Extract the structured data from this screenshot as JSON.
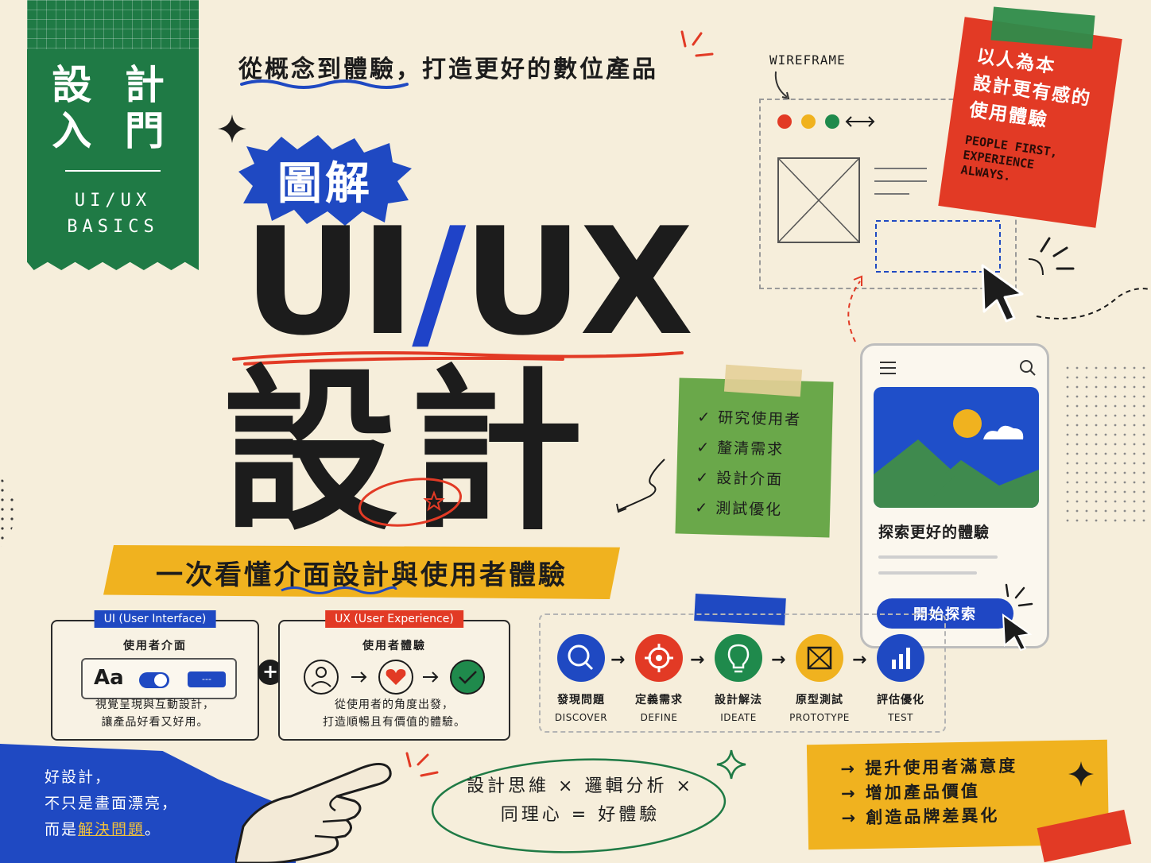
{
  "ribbon": {
    "title_line1": "設 計",
    "title_line2": "入 門",
    "sub_line1": "UI/UX",
    "sub_line2": "BASICS"
  },
  "header": {
    "tagline": "從概念到體驗，打造更好的數位產品"
  },
  "hero": {
    "badge": "圖解",
    "title_ui": "UI",
    "title_slash": "/",
    "title_ux": "UX",
    "title_zh": "設計",
    "banner": "一次看懂介面設計與使用者體驗"
  },
  "wireframe": {
    "label": "WIREFRAME"
  },
  "red_note": {
    "zh_lines": [
      "以人為本",
      "設計更有感的",
      "使用體驗"
    ],
    "en_lines": [
      "PEOPLE FIRST,",
      "EXPERIENCE",
      "ALWAYS."
    ]
  },
  "checklist": {
    "items": [
      "研究使用者",
      "釐清需求",
      "設計介面",
      "測試優化"
    ],
    "tick": "✓"
  },
  "phone": {
    "caption": "探索更好的體驗",
    "cta": "開始探索"
  },
  "ui_panel": {
    "tag": "UI (User Interface)",
    "subtitle": "使用者介面",
    "sample_text": "Aa",
    "button_text": "---",
    "desc_line1": "視覺呈現與互動設計，",
    "desc_line2": "讓產品好看又好用。"
  },
  "ux_panel": {
    "tag": "UX (User Experience)",
    "subtitle": "使用者體驗",
    "desc_line1": "從使用者的角度出發，",
    "desc_line2": "打造順暢且有價值的體驗。"
  },
  "plus": "+",
  "process": {
    "arrow": "→",
    "steps": [
      {
        "zh": "發現問題",
        "en": "DISCOVER",
        "color": "#1f49c2",
        "icon": "search-icon"
      },
      {
        "zh": "定義需求",
        "en": "DEFINE",
        "color": "#e23a25",
        "icon": "target-icon"
      },
      {
        "zh": "設計解法",
        "en": "IDEATE",
        "color": "#1f8a4c",
        "icon": "lightbulb-icon"
      },
      {
        "zh": "原型測試",
        "en": "PROTOTYPE",
        "color": "#f0b21f",
        "icon": "wireframe-icon"
      },
      {
        "zh": "評估優化",
        "en": "TEST",
        "color": "#1f49c2",
        "icon": "bar-chart-icon"
      }
    ]
  },
  "bottom_note": {
    "line1": "好設計，",
    "line2": "不只是畫面漂亮，",
    "line3_prefix": "而是",
    "line3_highlight": "解決問題",
    "line3_suffix": "。"
  },
  "formula": {
    "line1": "設計思維 × 邏輯分析 ×",
    "line2": "同理心 = 好體驗"
  },
  "benefits": {
    "arrow": "→",
    "items": [
      "提升使用者滿意度",
      "增加產品價值",
      "創造品牌差異化"
    ]
  },
  "colors": {
    "background": "#f6eedb",
    "green": "#1f7a45",
    "blue": "#1f49c2",
    "red": "#e23a25",
    "yellow": "#f0b21f",
    "ink": "#1c1c1c"
  }
}
